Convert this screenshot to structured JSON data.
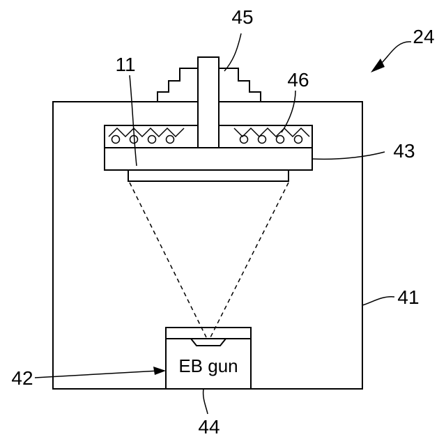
{
  "labels": {
    "ref_24": "24",
    "ref_45": "45",
    "ref_11": "11",
    "ref_46": "46",
    "ref_43": "43",
    "ref_41": "41",
    "ref_42": "42",
    "ref_44": "44",
    "gun_text": "EB  gun"
  },
  "style": {
    "line_color": "#000000",
    "background": "#ffffff"
  }
}
